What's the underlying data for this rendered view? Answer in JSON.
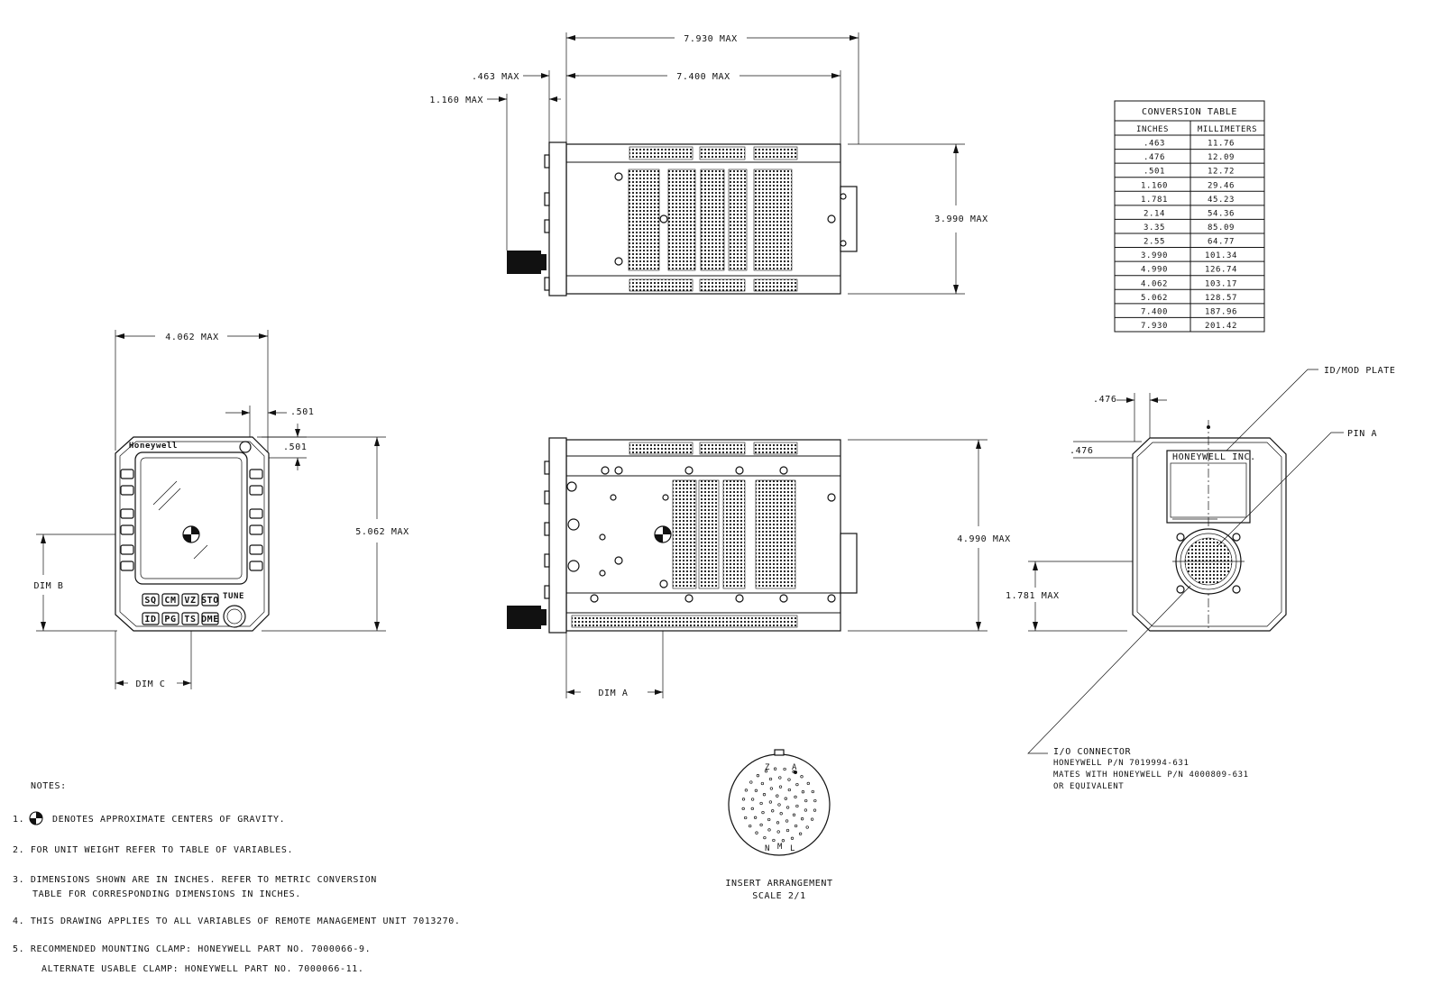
{
  "dims": {
    "top_overall": "7.930 MAX",
    "top_body": "7.400 MAX",
    "top_front": ".463 MAX",
    "top_knob": "1.160 MAX",
    "top_height": "3.990 MAX",
    "front_width": "4.062 MAX",
    "front_offset_x": ".501",
    "front_offset_y": ".501",
    "front_height": "5.062 MAX",
    "dim_b": "DIM B",
    "dim_c": "DIM C",
    "side_height": "4.990 MAX",
    "side_dim_a": "DIM A",
    "rear_conn_height": "1.781 MAX",
    "rear_plate_x": ".476",
    "rear_plate_y": ".476"
  },
  "conversion_table": {
    "title": "CONVERSION TABLE",
    "headers": [
      "INCHES",
      "MILLIMETERS"
    ],
    "rows": [
      [
        ".463",
        "11.76"
      ],
      [
        ".476",
        "12.09"
      ],
      [
        ".501",
        "12.72"
      ],
      [
        "1.160",
        "29.46"
      ],
      [
        "1.781",
        "45.23"
      ],
      [
        "2.14",
        "54.36"
      ],
      [
        "3.35",
        "85.09"
      ],
      [
        "2.55",
        "64.77"
      ],
      [
        "3.990",
        "101.34"
      ],
      [
        "4.990",
        "126.74"
      ],
      [
        "4.062",
        "103.17"
      ],
      [
        "5.062",
        "128.57"
      ],
      [
        "7.400",
        "187.96"
      ],
      [
        "7.930",
        "201.42"
      ]
    ]
  },
  "callouts": {
    "id_mod_plate": "ID/MOD PLATE",
    "pin_a": "PIN A",
    "io_title": "I/O CONNECTOR",
    "io_line1": "HONEYWELL P/N 7019994-631",
    "io_line2": "MATES WITH HONEYWELL P/N 4000809-631",
    "io_line3": "OR EQUIVALENT",
    "plate_text": "HONEYWELL INC."
  },
  "front_panel": {
    "brand": "Honeywell",
    "tune": "TUNE",
    "keys_row1": [
      "SQ",
      "CM",
      "VZ",
      "STO"
    ],
    "keys_row2": [
      "ID",
      "PG",
      "TS",
      "DME"
    ]
  },
  "insert": {
    "label1": "INSERT ARRANGEMENT",
    "label2": "SCALE 2/1",
    "pin_labels": [
      "Z",
      "A",
      "N",
      "M",
      "L"
    ]
  },
  "notes": {
    "heading": "NOTES:",
    "n1_num": "1.",
    "n1_text": "DENOTES APPROXIMATE CENTERS OF GRAVITY.",
    "n2": "2. FOR UNIT WEIGHT REFER TO TABLE OF VARIABLES.",
    "n3a": "3. DIMENSIONS SHOWN ARE IN INCHES. REFER TO METRIC CONVERSION",
    "n3b": "TABLE FOR CORRESPONDING DIMENSIONS IN INCHES.",
    "n4": "4. THIS DRAWING APPLIES TO ALL VARIABLES OF REMOTE MANAGEMENT UNIT 7013270.",
    "n5a": "5.  RECOMMENDED MOUNTING CLAMP: HONEYWELL PART NO. 7000066-9.",
    "n5b": "ALTERNATE USABLE CLAMP: HONEYWELL PART NO. 7000066-11."
  }
}
